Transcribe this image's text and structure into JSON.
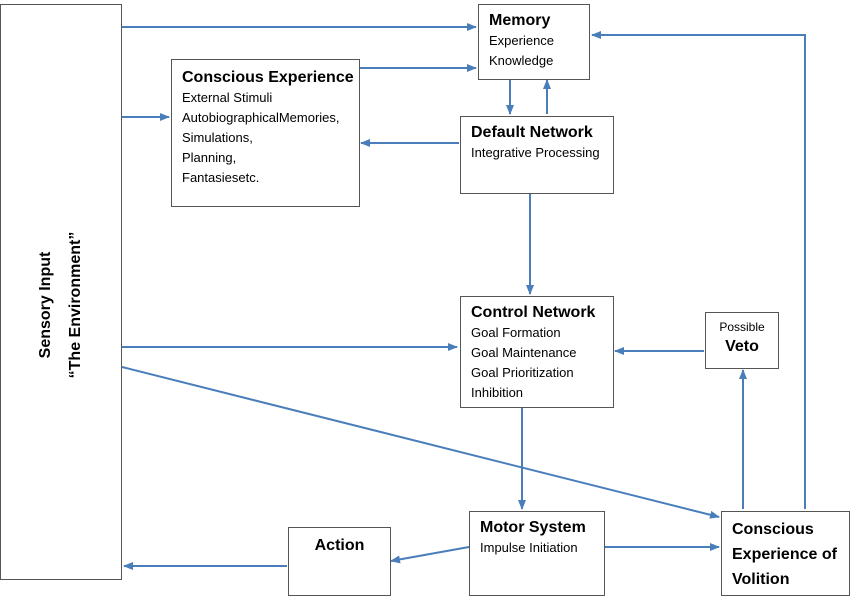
{
  "sensory": {
    "line1": "Sensory Input",
    "line2": "“The Environment”"
  },
  "memory": {
    "title": "Memory",
    "lines": [
      "Experience",
      "Knowledge"
    ]
  },
  "conscious_experience": {
    "title": "Conscious Experience",
    "lines": [
      "External Stimuli",
      "AutobiographicalMemories,",
      "Simulations,",
      "Planning,",
      "Fantasiesetc."
    ]
  },
  "default_network": {
    "title": "Default Network",
    "lines": [
      "Integrative Processing"
    ]
  },
  "control_network": {
    "title": "Control Network",
    "lines": [
      "Goal Formation",
      "Goal Maintenance",
      "Goal Prioritization",
      "Inhibition"
    ]
  },
  "veto": {
    "small": "Possible",
    "title": "Veto"
  },
  "motor_system": {
    "title": "Motor System",
    "lines": [
      "Impulse Initiation"
    ]
  },
  "action": {
    "title": "Action"
  },
  "volition": {
    "lines": [
      "Conscious",
      "Experience of",
      "Volition"
    ]
  },
  "colors": {
    "arrow": "#4a7ebb",
    "border": "#555555"
  }
}
